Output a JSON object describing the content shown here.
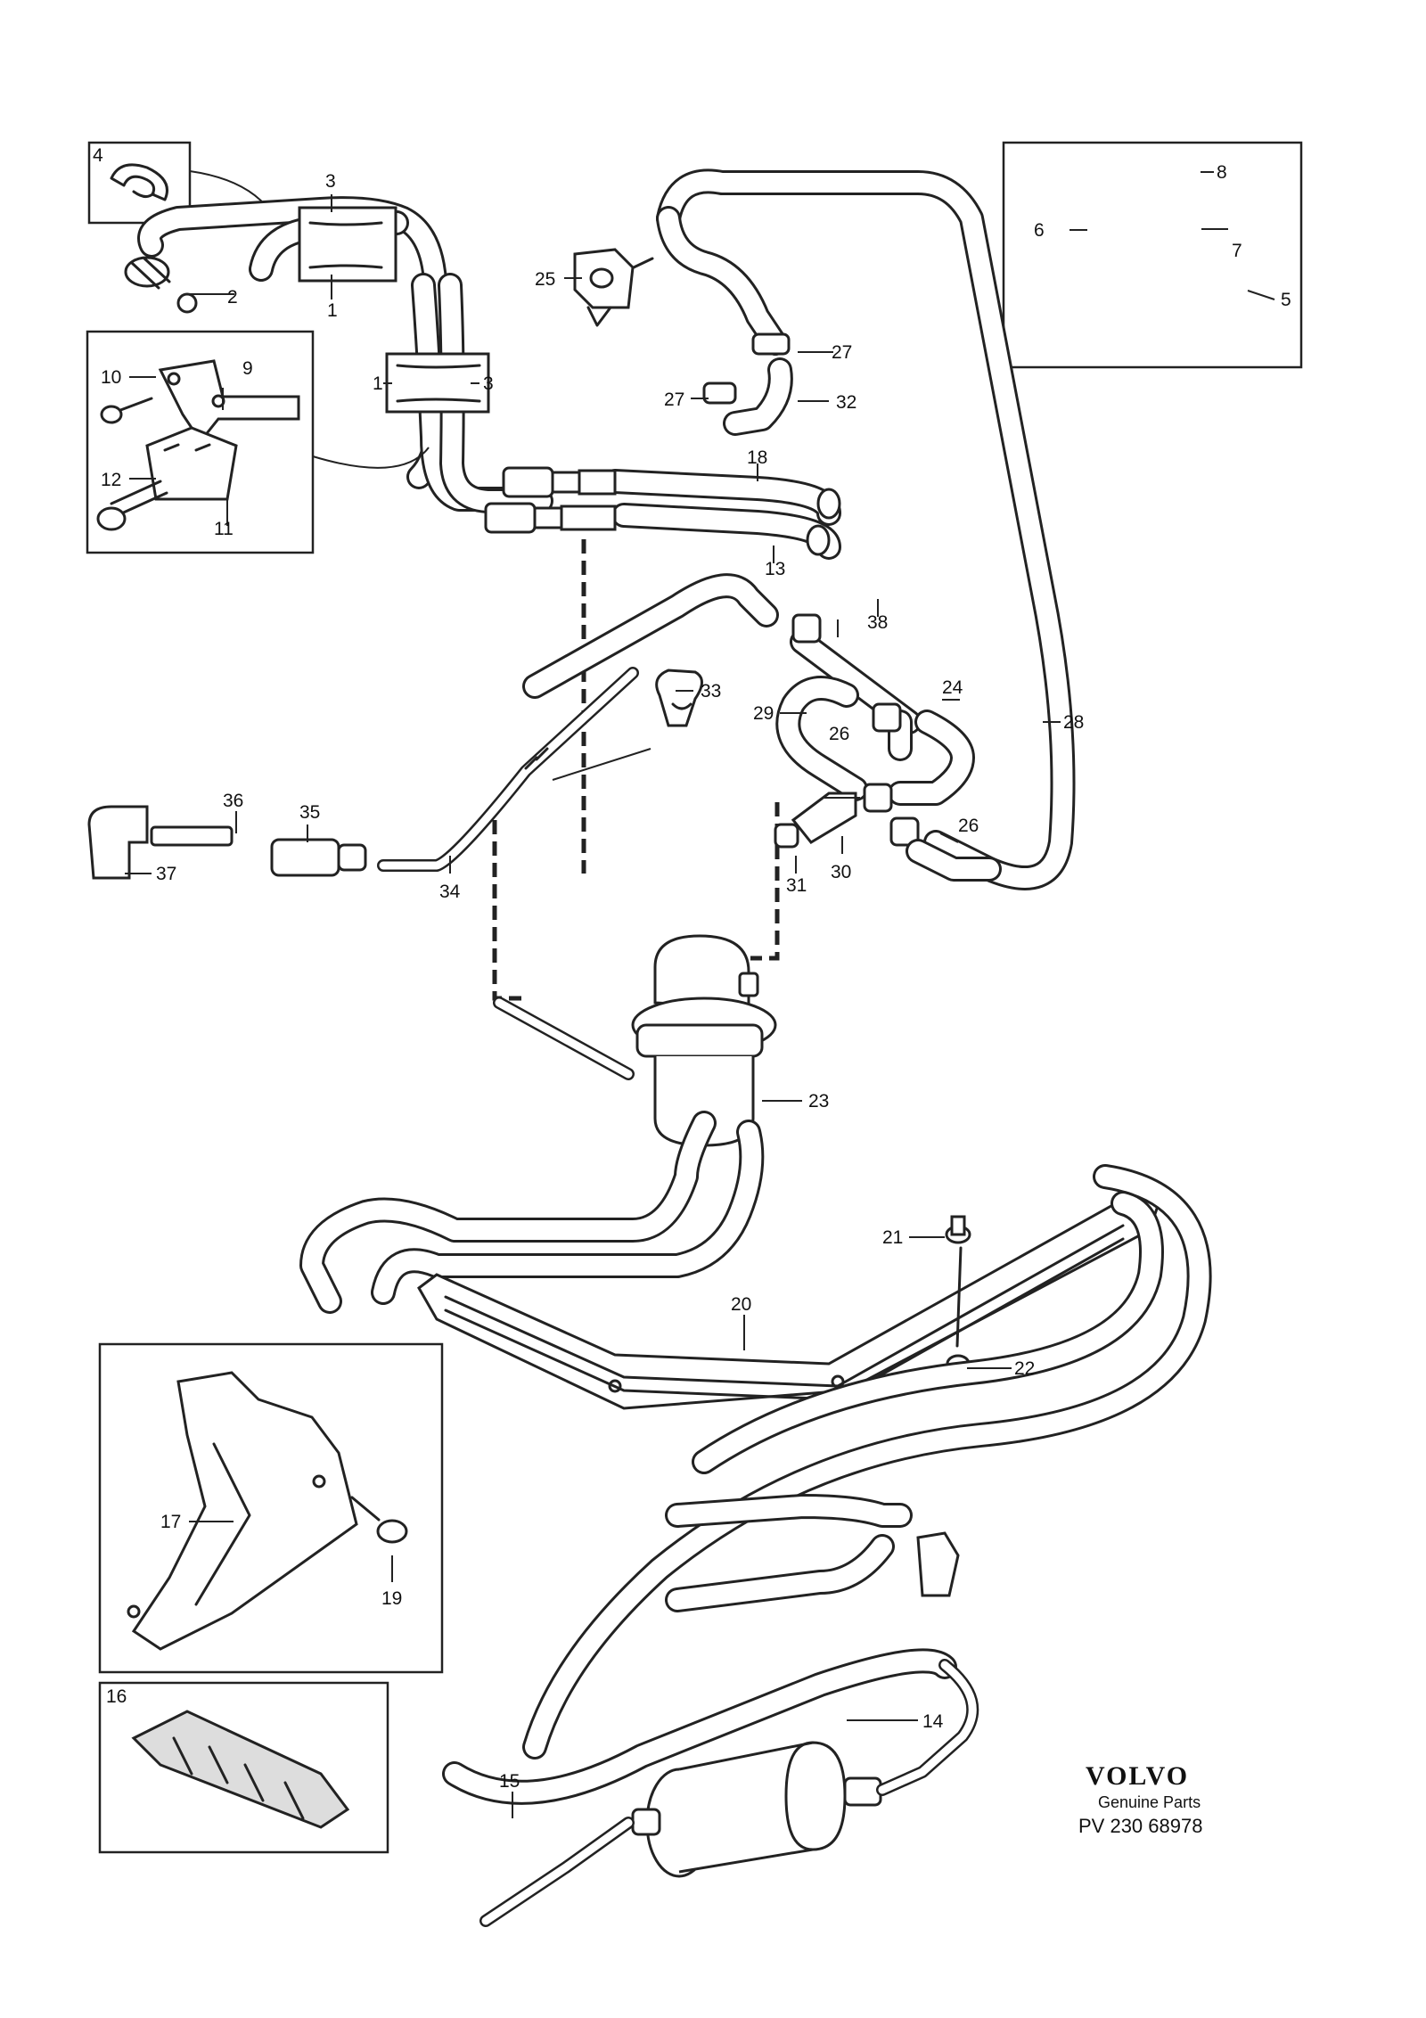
{
  "brand": {
    "name": "VOLVO",
    "tagline": "Genuine Parts",
    "reference": "PV 230 68978"
  },
  "callouts": [
    "1",
    "1",
    "2",
    "3",
    "3",
    "4",
    "5",
    "6",
    "7",
    "8",
    "9",
    "10",
    "11",
    "12",
    "13",
    "14",
    "15",
    "16",
    "17",
    "18",
    "19",
    "20",
    "21",
    "22",
    "23",
    "24",
    "25",
    "26",
    "26",
    "27",
    "27",
    "28",
    "29",
    "30",
    "31",
    "32",
    "33",
    "34",
    "35",
    "36",
    "37",
    "38"
  ]
}
